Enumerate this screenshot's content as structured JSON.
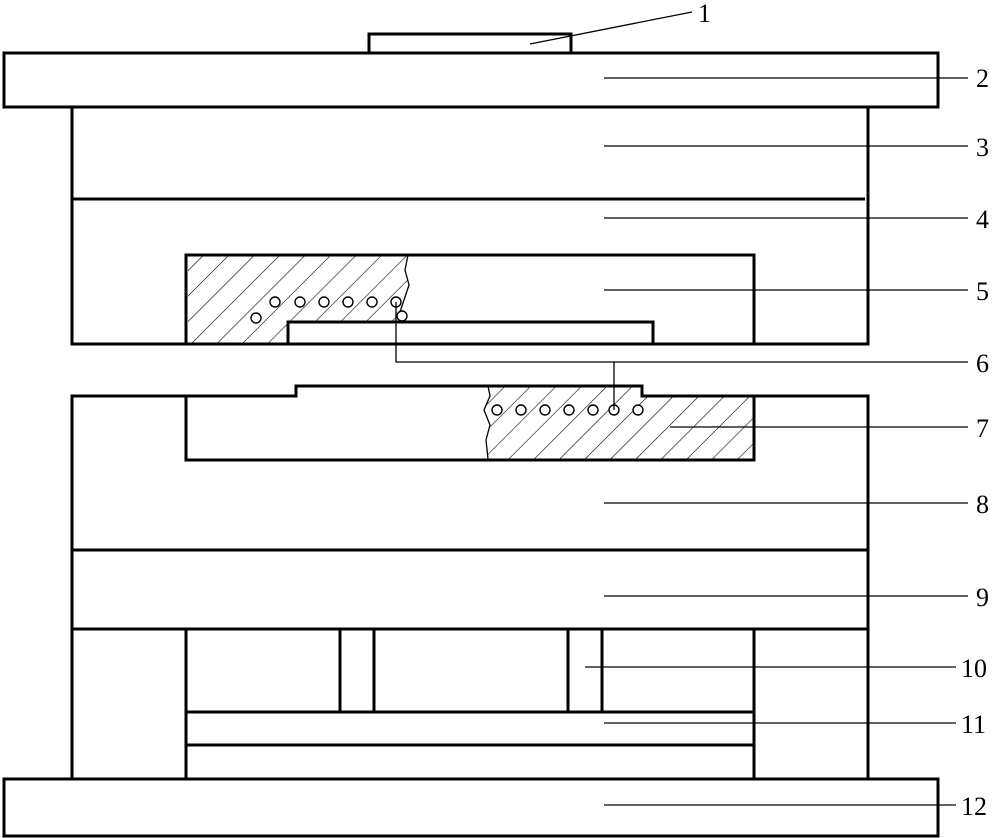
{
  "labels": [
    "1",
    "2",
    "3",
    "4",
    "5",
    "6",
    "7",
    "8",
    "9",
    "10",
    "11",
    "12"
  ],
  "colors": {
    "stroke": "#000000",
    "background": "#ffffff"
  }
}
